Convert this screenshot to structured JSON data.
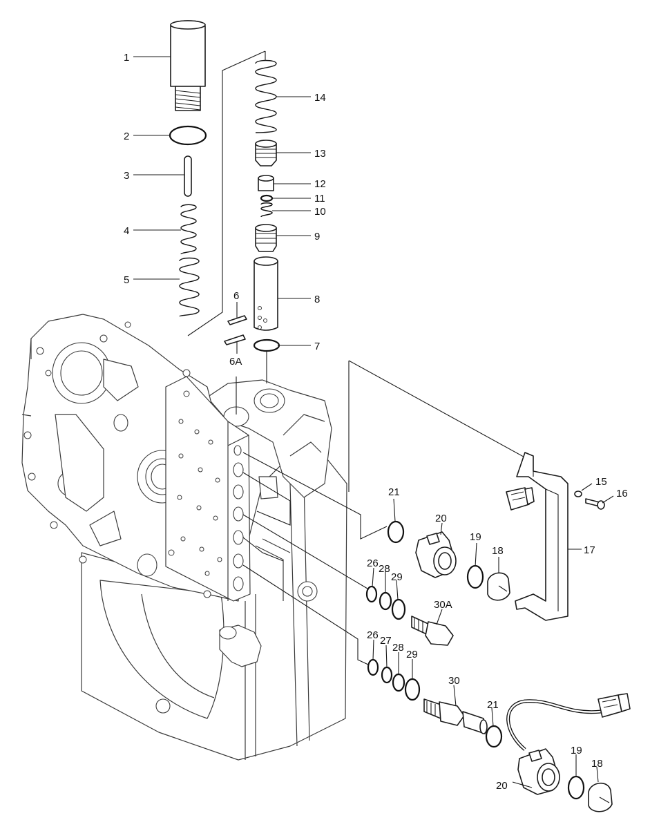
{
  "colors": {
    "ink": "#111111",
    "paper": "#ffffff"
  },
  "callouts": [
    {
      "id": "c1",
      "text": "1"
    },
    {
      "id": "c2",
      "text": "2"
    },
    {
      "id": "c3",
      "text": "3"
    },
    {
      "id": "c4",
      "text": "4"
    },
    {
      "id": "c5",
      "text": "5"
    },
    {
      "id": "c6",
      "text": "6"
    },
    {
      "id": "c6a",
      "text": "6A"
    },
    {
      "id": "c7",
      "text": "7"
    },
    {
      "id": "c8",
      "text": "8"
    },
    {
      "id": "c9",
      "text": "9"
    },
    {
      "id": "c10",
      "text": "10"
    },
    {
      "id": "c11",
      "text": "11"
    },
    {
      "id": "c12",
      "text": "12"
    },
    {
      "id": "c13",
      "text": "13"
    },
    {
      "id": "c14",
      "text": "14"
    },
    {
      "id": "c15",
      "text": "15"
    },
    {
      "id": "c16",
      "text": "16"
    },
    {
      "id": "c17",
      "text": "17"
    },
    {
      "id": "c18a",
      "text": "18"
    },
    {
      "id": "c18b",
      "text": "18"
    },
    {
      "id": "c19a",
      "text": "19"
    },
    {
      "id": "c19b",
      "text": "19"
    },
    {
      "id": "c20a",
      "text": "20"
    },
    {
      "id": "c20b",
      "text": "20"
    },
    {
      "id": "c21a",
      "text": "21"
    },
    {
      "id": "c21b",
      "text": "21"
    },
    {
      "id": "c26a",
      "text": "26"
    },
    {
      "id": "c26b",
      "text": "26"
    },
    {
      "id": "c27",
      "text": "27"
    },
    {
      "id": "c28a",
      "text": "28"
    },
    {
      "id": "c28b",
      "text": "28"
    },
    {
      "id": "c29a",
      "text": "29"
    },
    {
      "id": "c29b",
      "text": "29"
    },
    {
      "id": "c30",
      "text": "30"
    },
    {
      "id": "c30a",
      "text": "30A"
    }
  ]
}
